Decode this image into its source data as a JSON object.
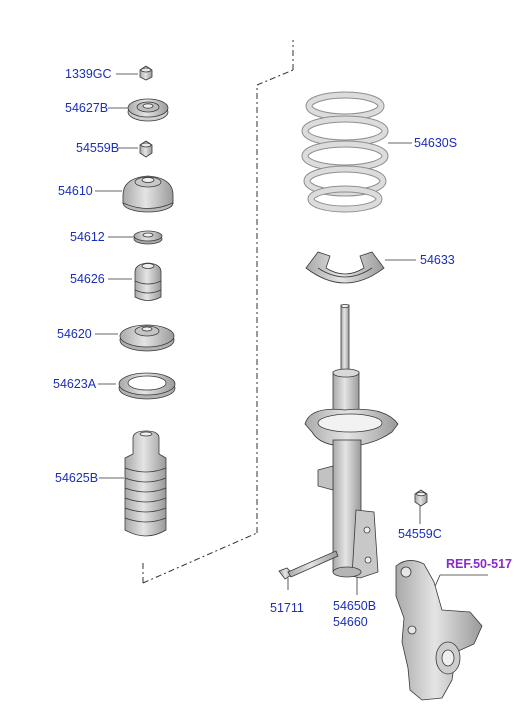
{
  "labels": {
    "p1339gc": "1339GC",
    "p54627b": "54627B",
    "p54559b": "54559B",
    "p54610": "54610",
    "p54612": "54612",
    "p54626": "54626",
    "p54620": "54620",
    "p54623a": "54623A",
    "p54625b": "54625B",
    "p54630s": "54630S",
    "p54633": "54633",
    "p54559c": "54559C",
    "p51711": "51711",
    "p54650b": "54650B",
    "p54660": "54660"
  },
  "reference": "REF.50-517",
  "colors": {
    "label": "#1a2fb8",
    "reference": "#8a2bc9",
    "part_fill": "#d6d6d6",
    "part_stroke": "#3a3a3a"
  }
}
